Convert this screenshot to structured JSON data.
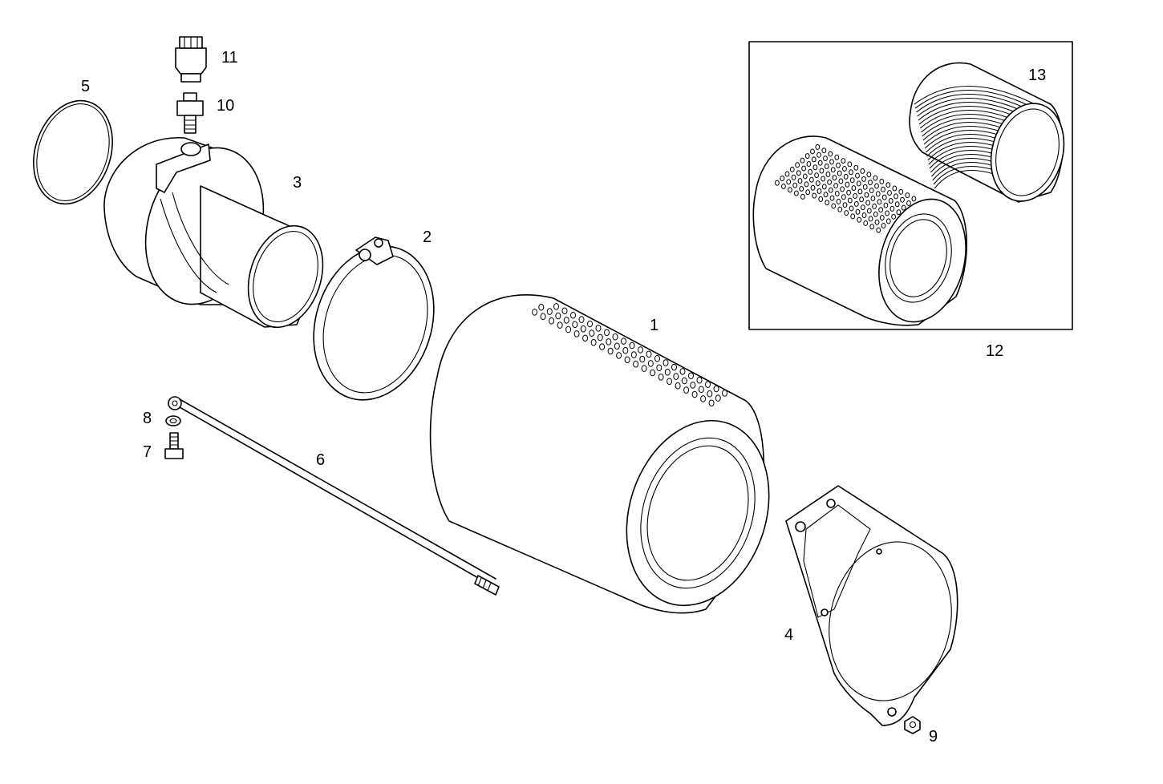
{
  "callouts": {
    "part_1": "1",
    "part_2": "2",
    "part_3": "3",
    "part_4": "4",
    "part_5": "5",
    "part_6": "6",
    "part_7": "7",
    "part_8": "8",
    "part_9": "9",
    "part_10": "10",
    "part_11": "11",
    "part_12": "12",
    "part_13": "13"
  },
  "colors": {
    "line": "#000000",
    "background": "#ffffff"
  }
}
